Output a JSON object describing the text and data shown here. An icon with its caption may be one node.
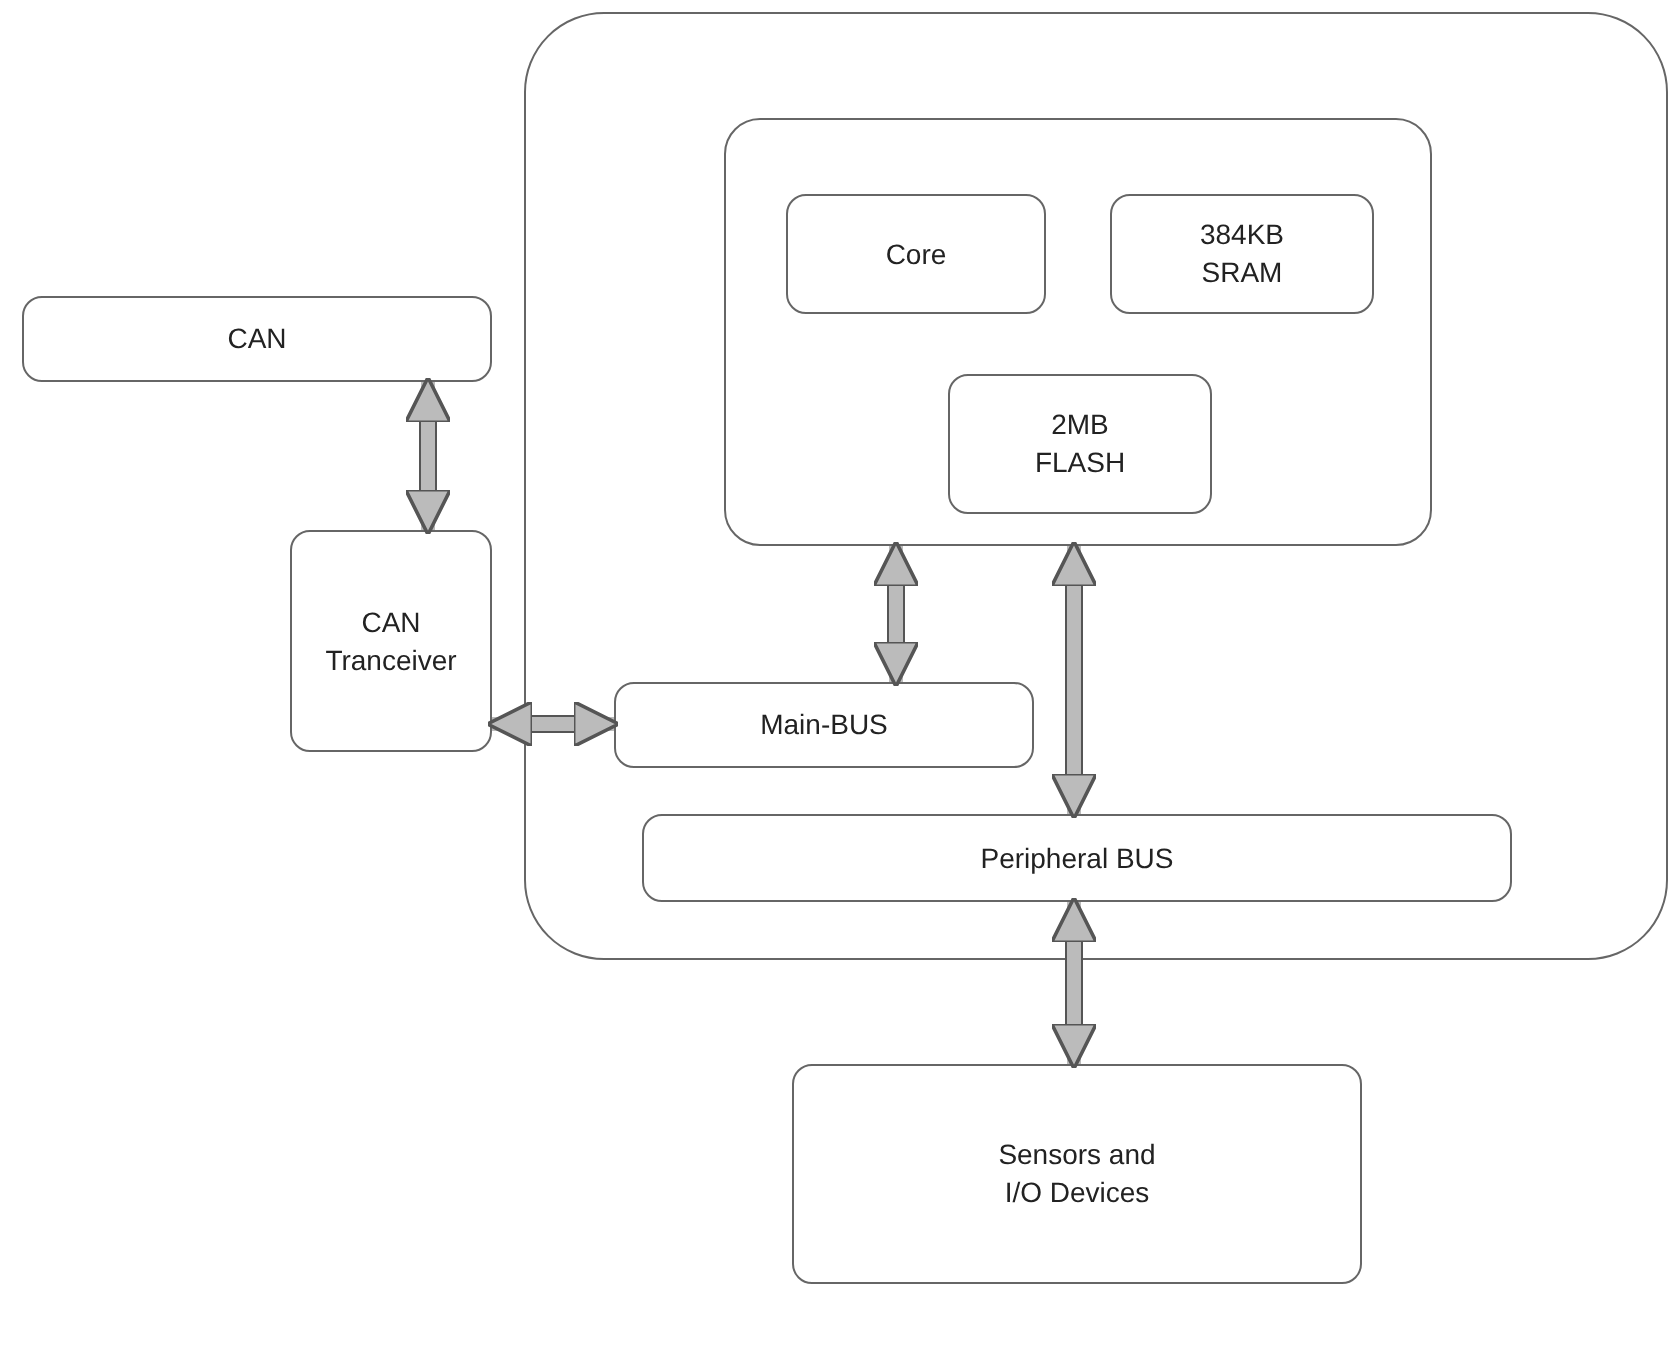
{
  "diagram": {
    "nodes": [
      {
        "text": [],
        "shape": "box"
      },
      {
        "text": [],
        "shape": "box",
        "in": 0
      },
      {
        "text": [
          "Core"
        ],
        "in": 1
      },
      {
        "text": [
          "384KB SRAM"
        ],
        "in": 1
      },
      {
        "text": [
          "2MB FLASH"
        ],
        "in": 1
      },
      {
        "text": [
          "CAN"
        ]
      },
      {
        "text": [
          "CAN Tranceiver"
        ]
      },
      {
        "text": [
          "Main-BUS"
        ],
        "in": 0
      },
      {
        "text": [
          "Peripheral BUS"
        ],
        "in": 0
      },
      {
        "text": [
          "Sensors and I/O Devices"
        ]
      }
    ],
    "edges": [
      {
        "from": 5,
        "to": 6,
        "arrow": "both"
      },
      {
        "from": 6,
        "to": 7,
        "arrow": "both"
      },
      {
        "from": 7,
        "to": 1,
        "arrow": "both"
      },
      {
        "from": 8,
        "to": 1,
        "arrow": "both"
      },
      {
        "from": 8,
        "to": 9,
        "arrow": "both"
      }
    ]
  }
}
